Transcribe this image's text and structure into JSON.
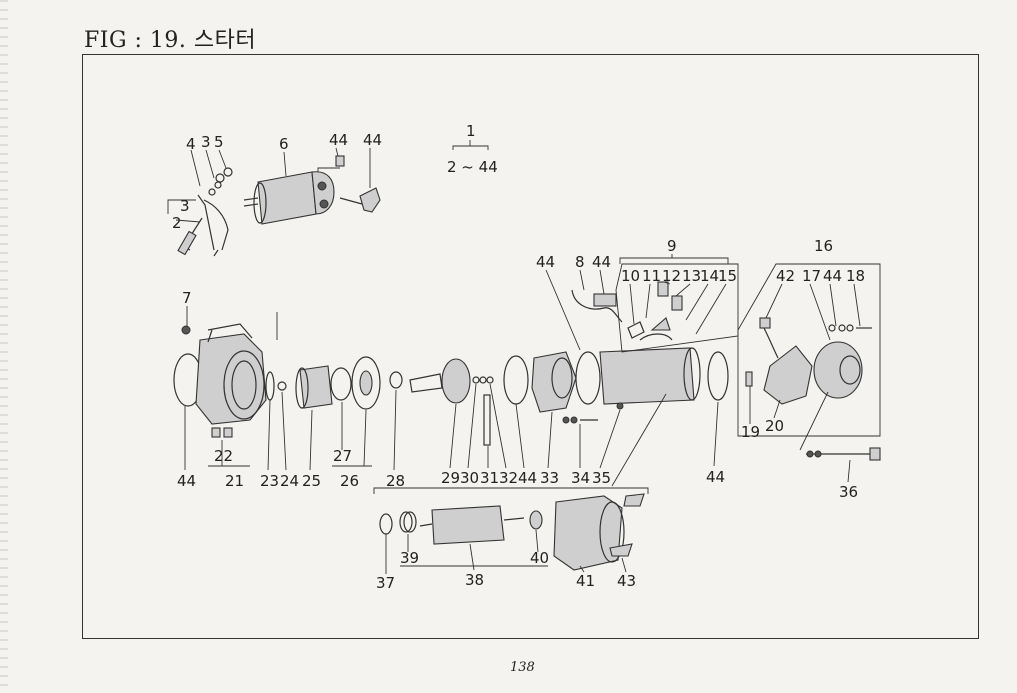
{
  "header": {
    "title": "FIG : 19. 스타터"
  },
  "footer": {
    "page_number": "138"
  },
  "group_label": {
    "top": "1",
    "range": "2 ~ 44"
  },
  "labels": {
    "l4a": "4",
    "l3a": "3",
    "l5": "5",
    "l6": "6",
    "l44a": "44",
    "l44b": "44",
    "l3b": "3",
    "l2": "2",
    "l7": "7",
    "l44c": "44",
    "l22": "22",
    "l21": "21",
    "l23": "23",
    "l24": "24",
    "l25": "25",
    "l27": "27",
    "l26": "26",
    "l28": "28",
    "l29": "29",
    "l30": "30",
    "l31": "31",
    "l32": "32",
    "l44d": "44",
    "l33": "33",
    "l34": "34",
    "l35": "35",
    "l44e": "44",
    "l44f": "44",
    "l8": "8",
    "l44g": "44",
    "l9": "9",
    "l10": "10",
    "l11": "11",
    "l12": "12",
    "l13": "13",
    "l14": "14",
    "l15": "15",
    "l16": "16",
    "l42": "42",
    "l17": "17",
    "l44h": "44",
    "l18": "18",
    "l19": "19",
    "l20": "20",
    "l36": "36",
    "l37": "37",
    "l39": "39",
    "l38": "38",
    "l40": "40",
    "l41": "41",
    "l43": "43"
  }
}
